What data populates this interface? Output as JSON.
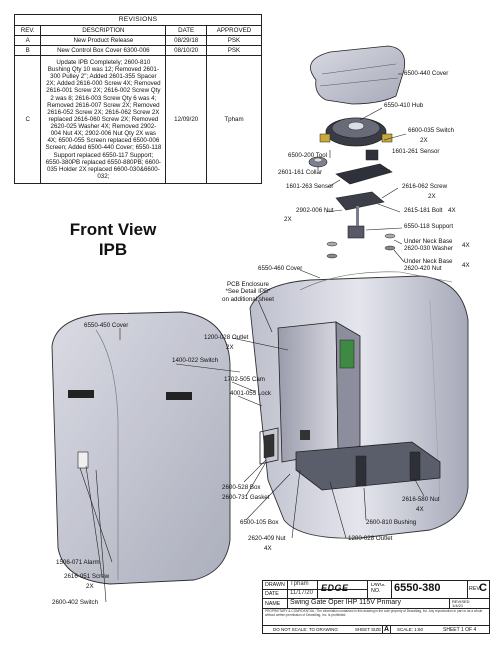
{
  "revisions": {
    "header": "REVISIONS",
    "columns": [
      "REV.",
      "DESCRIPTION",
      "DATE",
      "APPROVED"
    ],
    "rows": [
      {
        "rev": "A",
        "description": "New Product Release",
        "date": "08/29/18",
        "approved": "PSK"
      },
      {
        "rev": "B",
        "description": "New Control Box Cover 6300-006",
        "date": "08/10/20",
        "approved": "PSK"
      },
      {
        "rev": "C",
        "description": "Update IPB Completely; 2600-810 Bushing Qty 10 was 12; Removed 2601-300 Pulley 2\"; Added 2601-355 Spacer 2X; Added 2616-000 Screw 4X; Removed 2616-001 Screw 2X; 2616-002 Screw Qty 2 was 8; 2616-003 Screw Qty 6 was 4; Removed 2616-007 Screw 2X; Removed 2616-052 Screw 2X; 2616-062 Screw 2X replaced 2616-060 Screw 2X; Removed 2620-025 Washer 4X; Removed 2902-004 Nut 4X; 2902-006 Nut Qty 2X was 4X; 6500-055 Screen replaced 6500-006 Screen; Added 6500-440 Cover; 6550-118 Support replaced 6550-117 Support; 6550-380PB replaced 6550-880PB; 6600-035 Holder 2X replaced 6600-030&6600-032;",
        "date": "12/09/20",
        "approved": "Tpham"
      }
    ]
  },
  "headline": {
    "line1": "Front View",
    "line2": "IPB"
  },
  "callouts": {
    "c6500_440": "6500-440 Cover",
    "c6550_410": "6550-410 Hub",
    "c6600_035": "6600-035 Switch",
    "c6600_035_qty": "2X",
    "c6500_200": "6500-200 Tool",
    "c1601_261": "1601-261 Sensor",
    "c2601_161": "2601-161 Collar",
    "c1601_263": "1601-263 Sensor",
    "c2616_062": "2616-062 Screw",
    "c2616_062_qty": "2X",
    "c2902_006": "2902-006 Nut",
    "c2902_006_qty": "2X",
    "c2615_181": "2615-181 Bolt",
    "c2615_181_qty": "4X",
    "c6550_118": "6550-118 Support",
    "c_under_neck_1a": "Under Neck Base",
    "c_under_neck_1b": "2620-030 Washer",
    "c_under_neck_1_qty": "4X",
    "c_under_neck_2a": "Under Neck Base",
    "c_under_neck_2b": "2620-420 Nut",
    "c_under_neck_2_qty": "4X",
    "c6550_460": "6550-460 Cover",
    "c_pcb_1": "PCB Enclosure",
    "c_pcb_2": "*See Detail IPB*",
    "c_pcb_3": "on additional sheet",
    "c6550_450": "6550-450 Cover",
    "c1200_028_top": "1200-028 Outlet",
    "c1200_028_top_qty": "2X",
    "c1400_022": "1400-022 Switch",
    "c1702_505": "1702-505 Cam",
    "c4001_055": "4001-055 Lock",
    "c2600_528": "2600-528 Box",
    "c2600_731": "2600-731 Gasket",
    "c2616_580": "2616-580 Nut",
    "c2616_580_qty": "4X",
    "c6500_105": "6500-105 Box",
    "c2600_810": "2600-810 Bushing",
    "c2620_409": "2620-409 Nut",
    "c2620_409_qty": "4X",
    "c1200_028_bot": "1200-028 Outlet",
    "c1506_071": "1506-071 Alarm",
    "c2616_051": "2616-051 Screw",
    "c2616_051_qty": "2X",
    "c2600_402": "2600-402 Switch"
  },
  "title_block": {
    "drawn_label": "DRAWN",
    "drawn_value": "Tpham",
    "date_label": "DATE",
    "date_value": "11/17/20",
    "logo_text": "EDGE",
    "dwg_label_1": "DWG.",
    "dwg_label_2": "NO.",
    "dwg_no": "6550-380",
    "rev_label": "REV.",
    "rev_value": "C",
    "name_label": "NAME",
    "name_value": "Swing Gate Oper IHP 115V Primary",
    "revised_label": "REVISED",
    "revised_value": "1/4/21",
    "confidential": "PROPRIETARY & CONFIDENTIAL: The information contained in this drawing is the sole property of Dewalt/ag, Inc. Any reproduction in part or as a whole without written permission of Dewalt/ag, Inc. is prohibited.",
    "scale_note": "DO NOT SCALE: TO DRAWING",
    "sheet_size_label": "SHEET SIZE",
    "sheet_size_value": "A",
    "scale_label": "SCALE: 1:50",
    "sheet_label": "SHEET 1 OF 4"
  },
  "colors": {
    "housing": "#c7c9d4",
    "housing_dark": "#8e91a3",
    "bracket": "#4a4d5b",
    "green_board": "#3e8a42",
    "outline": "#222222"
  }
}
